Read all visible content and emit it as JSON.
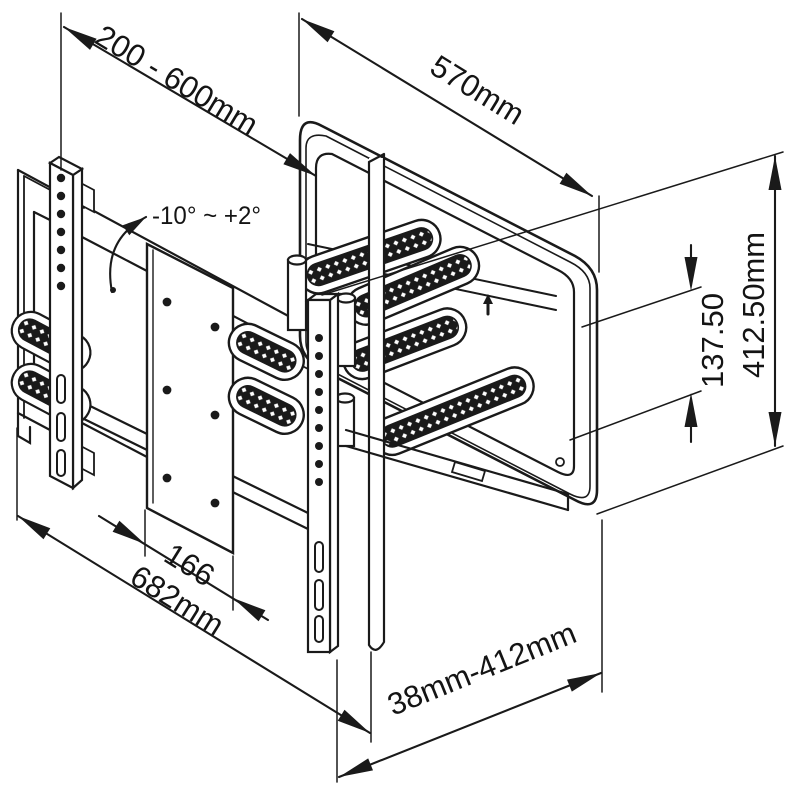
{
  "drawing": {
    "type": "tv-wall-mount-technical-drawing",
    "labels": {
      "rail_span": "200 - 600mm",
      "wall_plate_width": "570mm",
      "tilt_range": "-10° ~ +2°",
      "wall_plate_height": "412.50mm",
      "bracket_offset": "137.50",
      "adapter_width": "166",
      "overall_width": "682mm",
      "extension_range": "38mm-412mm"
    },
    "colors": {
      "line": "#1a1a1a",
      "background": "#ffffff"
    }
  }
}
